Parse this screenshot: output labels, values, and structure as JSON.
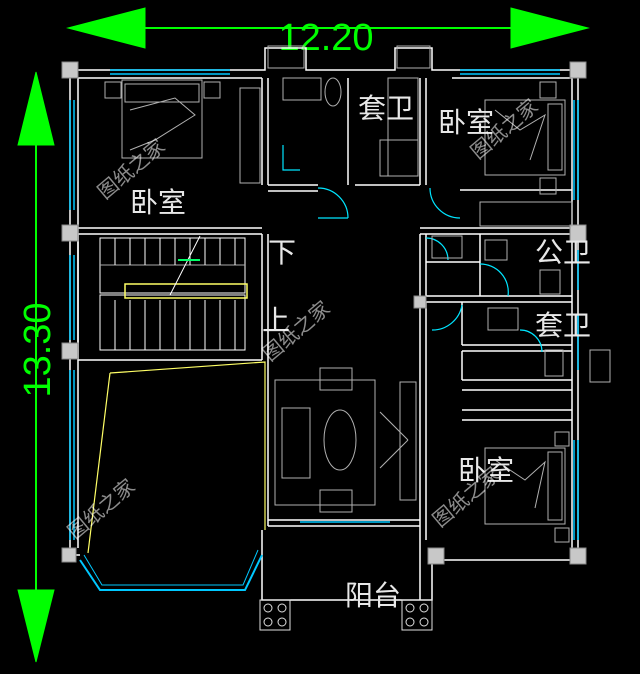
{
  "dimensions": {
    "width_label": "12.20",
    "height_label": "13.30"
  },
  "rooms": {
    "bedroom_top_left": "卧室",
    "suite_bath": "套卫",
    "bedroom_top_right": "卧室",
    "public_bath": "公卫",
    "suite_bath_2": "套卫",
    "bedroom_bottom_right": "卧室",
    "balcony": "阳台",
    "stair_down": "下",
    "stair_up": "上"
  },
  "watermarks": [
    "图纸之家",
    "图纸之家",
    "图纸之家",
    "图纸之家",
    "图纸之家"
  ],
  "colors": {
    "background": "#000000",
    "dimension_arrow": "#00ff00",
    "wall": "#ffffff",
    "column": "#c8c8c8",
    "window": "#00c8ff",
    "door": "#00e5ff",
    "furniture": "#b0b0b0",
    "stair": "#ffffff",
    "yellow_line": "#ffff66"
  }
}
